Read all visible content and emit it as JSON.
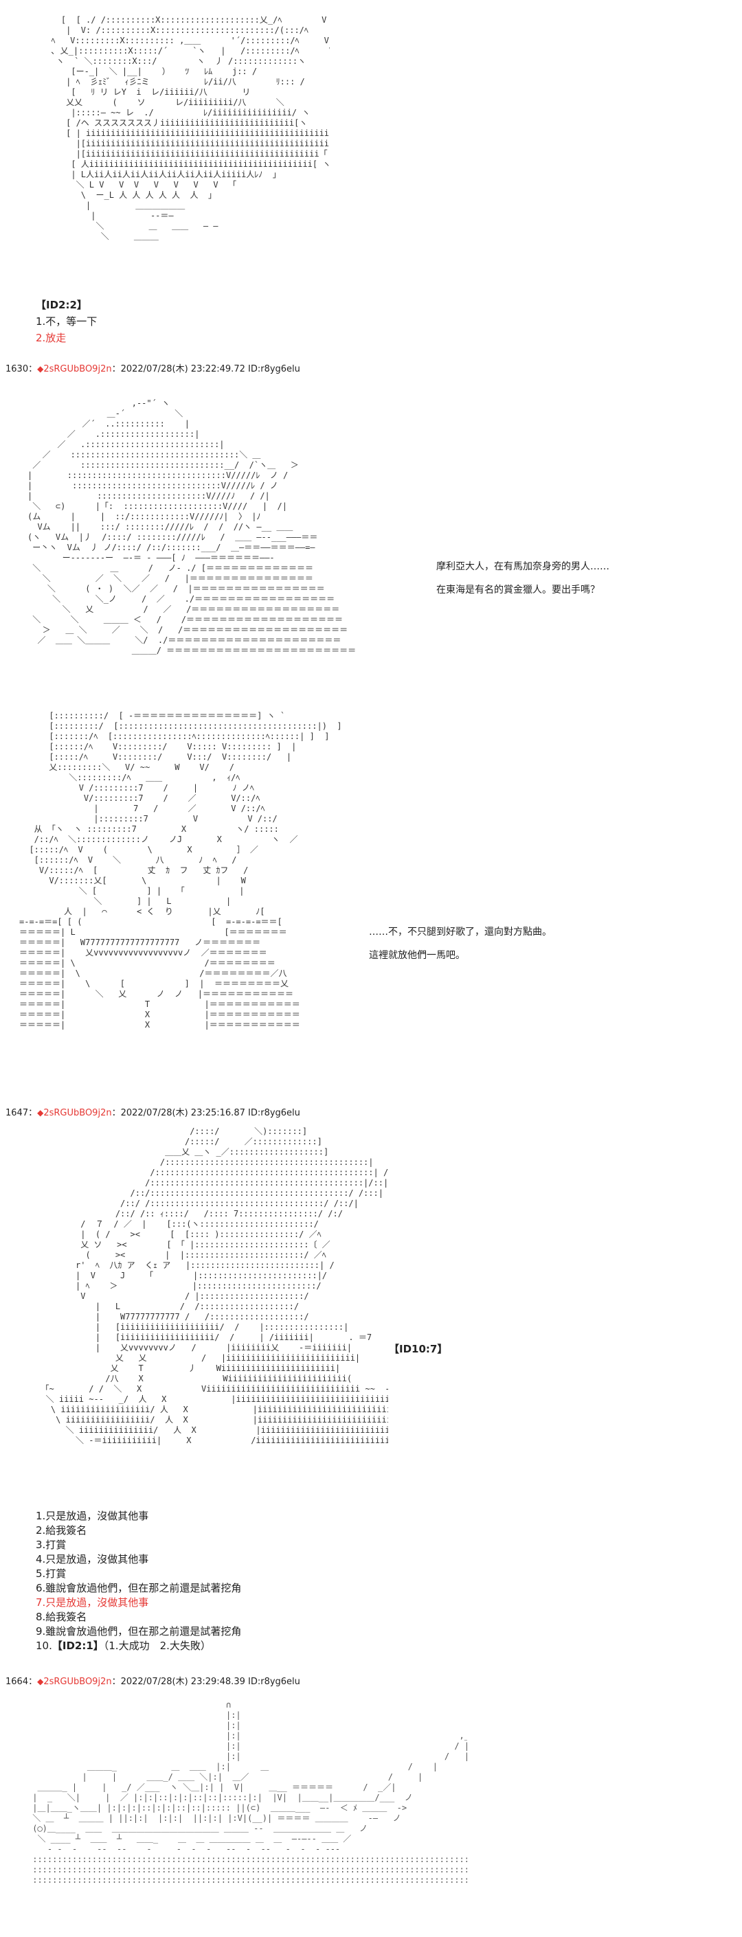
{
  "section1": {
    "id_label": "【ID2:2】",
    "options": [
      {
        "text": "1.不，等一下",
        "highlight": false
      },
      {
        "text": "2.放走",
        "highlight": true
      }
    ]
  },
  "post1630": {
    "number": "1630",
    "sep": "：",
    "diamond": "◆",
    "trip": "2sRGUbBO9j2n",
    "datetime": "2022/07/28(木) 23:22:49.72",
    "id": "ID:r8yg6elu",
    "lines": [
      "摩利亞大人，在有馬加奈身旁的男人……",
      "在東海是有名的賞金獵人。要出手嗎？"
    ],
    "lines2": [
      "……不，不只腿到好歌了，還向對方點曲。",
      "這裡就放他們一馬吧。"
    ]
  },
  "post1647": {
    "number": "1647",
    "sep": "：",
    "diamond": "◆",
    "trip": "2sRGUbBO9j2n",
    "datetime": "2022/07/28(木) 23:25:16.87",
    "id": "ID:r8yg6elu",
    "id_label": "【ID10:7】",
    "options": [
      {
        "text": "1.只是放過，沒做其他事",
        "highlight": false
      },
      {
        "text": "2.給我簽名",
        "highlight": false
      },
      {
        "text": "3.打賞",
        "highlight": false
      },
      {
        "text": "4.只是放過，沒做其他事",
        "highlight": false
      },
      {
        "text": "5.打賞",
        "highlight": false
      },
      {
        "text": "6.雖說會放過他們，但在那之前還是試著挖角",
        "highlight": false
      },
      {
        "text": "7.只是放過，沒做其他事",
        "highlight": true
      },
      {
        "text": "8.給我簽名",
        "highlight": false
      },
      {
        "text": "9.雖說會放過他們，但在那之前還是試著挖角",
        "highlight": false
      }
    ],
    "last_prefix": "10.",
    "last_bold": "【ID2:1】",
    "last_suffix": "（1.大成功　2.大失敗）"
  },
  "post1664": {
    "number": "1664",
    "sep": "：",
    "diamond": "◆",
    "trip": "2sRGUbBO9j2n",
    "datetime": "2022/07/28(木) 23:29:48.39",
    "id": "ID:r8yg6elu"
  }
}
